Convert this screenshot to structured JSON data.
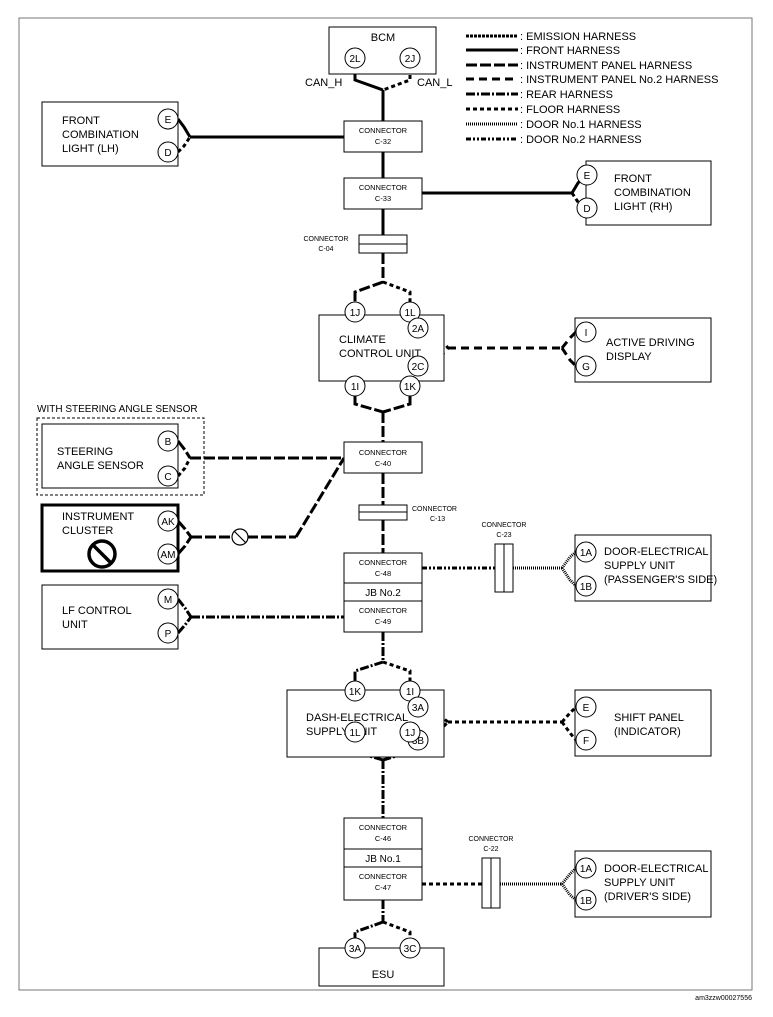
{
  "legend": [
    {
      "label": ": EMISSION HARNESS",
      "style": "emission"
    },
    {
      "label": ": FRONT HARNESS",
      "style": "front"
    },
    {
      "label": ": INSTRUMENT PANEL HARNESS",
      "style": "ip"
    },
    {
      "label": ": INSTRUMENT PANEL No.2 HARNESS",
      "style": "ip2"
    },
    {
      "label": ": REAR HARNESS",
      "style": "rear"
    },
    {
      "label": ": FLOOR HARNESS",
      "style": "floor"
    },
    {
      "label": ": DOOR No.1 HARNESS",
      "style": "door1"
    },
    {
      "label": ": DOOR No.2 HARNESS",
      "style": "door2"
    }
  ],
  "bcm": {
    "name": "BCM",
    "pin_2l": "2L",
    "pin_2j": "2J",
    "can_h": "CAN_H",
    "can_l": "CAN_L"
  },
  "front_light_lh": {
    "line1": "FRONT",
    "line2": "COMBINATION",
    "line3": "LIGHT (LH)",
    "pin_e": "E",
    "pin_d": "D"
  },
  "front_light_rh": {
    "line1": "FRONT",
    "line2": "COMBINATION",
    "line3": "LIGHT (RH)",
    "pin_e": "E",
    "pin_d": "D"
  },
  "connectors": {
    "c32": {
      "label": "CONNECTOR",
      "code": "C-32"
    },
    "c33": {
      "label": "CONNECTOR",
      "code": "C-33"
    },
    "c04": {
      "label": "CONNECTOR",
      "code": "C-04"
    },
    "c40": {
      "label": "CONNECTOR",
      "code": "C-40"
    },
    "c13": {
      "label": "CONNECTOR",
      "code": "C-13"
    },
    "c48": {
      "label": "CONNECTOR",
      "code": "C-48"
    },
    "c49": {
      "label": "CONNECTOR",
      "code": "C-49"
    },
    "c23": {
      "label": "CONNECTOR",
      "code": "C-23"
    },
    "c46": {
      "label": "CONNECTOR",
      "code": "C-46"
    },
    "c47": {
      "label": "CONNECTOR",
      "code": "C-47"
    },
    "c22": {
      "label": "CONNECTOR",
      "code": "C-22"
    }
  },
  "climate": {
    "line1": "CLIMATE",
    "line2": "CONTROL UNIT",
    "pin_1j": "1J",
    "pin_1l": "1L",
    "pin_2a": "2A",
    "pin_2c": "2C",
    "pin_1i": "1I",
    "pin_1k": "1K"
  },
  "active_driving": {
    "line1": "ACTIVE DRIVING",
    "line2": "DISPLAY",
    "pin_i": "I",
    "pin_g": "G"
  },
  "steering": {
    "group_label": "WITH STEERING ANGLE SENSOR",
    "line1": "STEERING",
    "line2": "ANGLE SENSOR",
    "pin_b": "B",
    "pin_c": "C"
  },
  "instrument": {
    "line1": "INSTRUMENT",
    "line2": "CLUSTER",
    "pin_ak": "AK",
    "pin_am": "AM"
  },
  "lf_control": {
    "line1": "LF CONTROL",
    "line2": "UNIT",
    "pin_m": "M",
    "pin_p": "P"
  },
  "jb2": {
    "label": "JB No.2"
  },
  "jb1": {
    "label": "JB No.1"
  },
  "door_pass": {
    "line1": "DOOR-ELECTRICAL",
    "line2": "SUPPLY UNIT",
    "line3": "(PASSENGER'S SIDE)",
    "pin_1a": "1A",
    "pin_1b": "1B"
  },
  "dash_esu": {
    "line1": "DASH-ELECTRICAL",
    "line2": "SUPPLY UNIT",
    "pin_1k": "1K",
    "pin_1i": "1I",
    "pin_3a": "3A",
    "pin_3b": "3B",
    "pin_1l": "1L",
    "pin_1j": "1J"
  },
  "shift_panel": {
    "line1": "SHIFT PANEL",
    "line2": "(INDICATOR)",
    "pin_e": "E",
    "pin_f": "F"
  },
  "door_drv": {
    "line1": "DOOR-ELECTRICAL",
    "line2": "SUPPLY UNIT",
    "line3": "(DRIVER'S SIDE)",
    "pin_1a": "1A",
    "pin_1b": "1B"
  },
  "esu": {
    "name": "ESU",
    "pin_3a": "3A",
    "pin_3c": "3C"
  },
  "doc_id": "am3zzw00027556"
}
